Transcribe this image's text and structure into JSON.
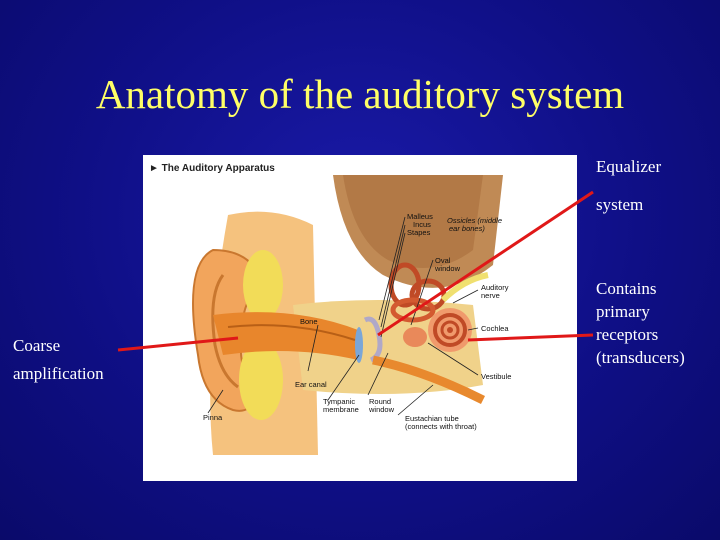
{
  "slide": {
    "title": "Anatomy of the auditory system"
  },
  "figure": {
    "caption": "► The Auditory Apparatus",
    "labels": {
      "malleus": "Malleus",
      "incus": "Incus",
      "stapes": "Stapes",
      "ossicles": "Ossicles (middle",
      "ossicles2": "ear bones)",
      "oval_window": "Oval",
      "oval_window2": "window",
      "auditory_nerve": "Auditory",
      "auditory_nerve2": "nerve",
      "bone": "Bone",
      "cochlea": "Cochlea",
      "vestibule": "Vestibule",
      "ear_canal": "Ear canal",
      "tympanic": "Tympanic",
      "tympanic2": "membrane",
      "round_window": "Round",
      "round_window2": "window",
      "eustachian": "Eustachian tube",
      "eustachian2": "(connects with throat)",
      "pinna": "Pinna"
    }
  },
  "annotations": {
    "equalizer_line1": "Equalizer",
    "equalizer_line2": "system",
    "coarse_line1": "Coarse",
    "coarse_line2": "amplification",
    "contains_line1": "Contains",
    "contains_line2": "primary",
    "contains_line3": "receptors",
    "contains_line4": "(transducers)"
  },
  "colors": {
    "title": "#ffff66",
    "background": "#10108a",
    "pointer": "#e01818",
    "annotation_text": "#ffffff"
  }
}
